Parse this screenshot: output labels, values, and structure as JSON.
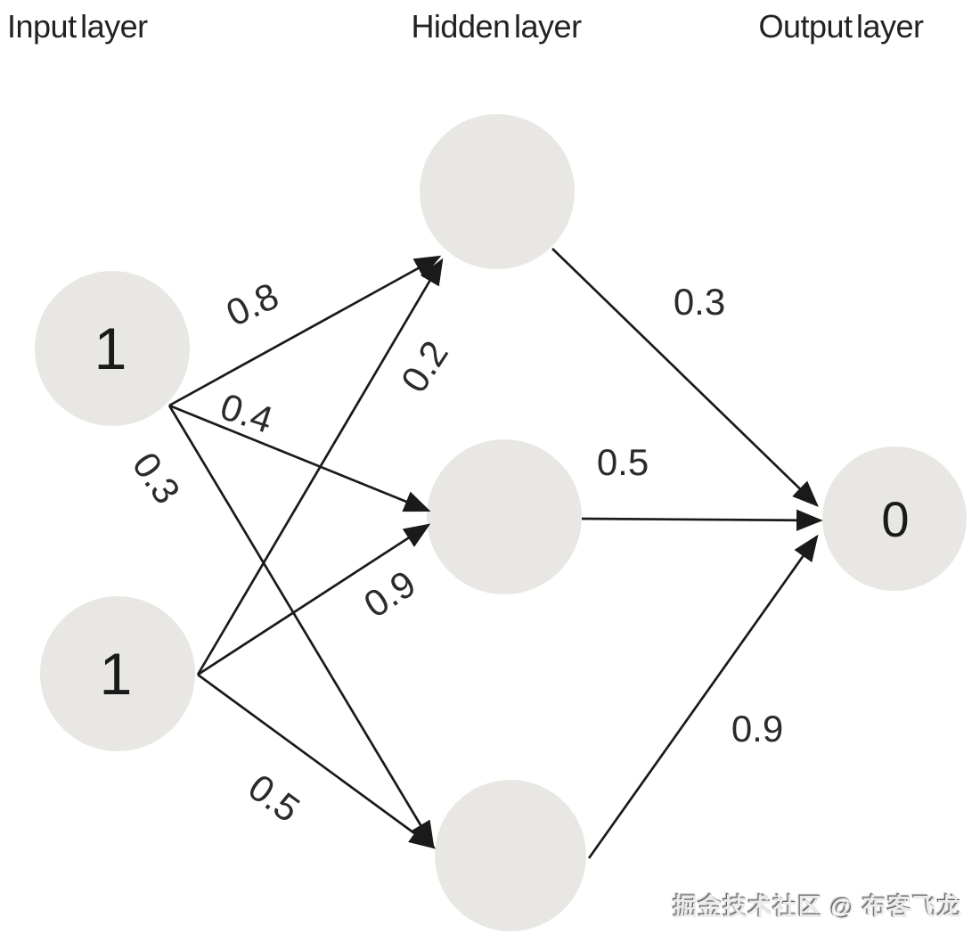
{
  "network": {
    "titles": {
      "input": "Input layer",
      "hidden": "Hidden layer",
      "output": "Output layer"
    },
    "nodes": {
      "input": [
        {
          "id": "input-1",
          "value": "1"
        },
        {
          "id": "input-2",
          "value": "1"
        }
      ],
      "hidden": [
        {
          "id": "hidden-1"
        },
        {
          "id": "hidden-2"
        },
        {
          "id": "hidden-3"
        }
      ],
      "output": [
        {
          "id": "output-1",
          "value": "0"
        }
      ]
    },
    "edges": [
      {
        "from": "input-1",
        "to": "hidden-1",
        "weight": "0.8"
      },
      {
        "from": "input-1",
        "to": "hidden-2",
        "weight": "0.4"
      },
      {
        "from": "input-1",
        "to": "hidden-3",
        "weight": "0.3"
      },
      {
        "from": "input-2",
        "to": "hidden-1",
        "weight": "0.2"
      },
      {
        "from": "input-2",
        "to": "hidden-2",
        "weight": "0.9"
      },
      {
        "from": "input-2",
        "to": "hidden-3",
        "weight": "0.5"
      },
      {
        "from": "hidden-1",
        "to": "output-1",
        "weight": "0.3"
      },
      {
        "from": "hidden-2",
        "to": "output-1",
        "weight": "0.5"
      },
      {
        "from": "hidden-3",
        "to": "output-1",
        "weight": "0.9"
      }
    ]
  },
  "watermark": {
    "text": "掘金技术社区 @ 布客飞龙"
  },
  "colors": {
    "background": "#ffffff",
    "node_fill": "#e9e7e3",
    "edge": "#1a1a1a",
    "weight_label": "#2b2b2b",
    "title": "#222222"
  }
}
